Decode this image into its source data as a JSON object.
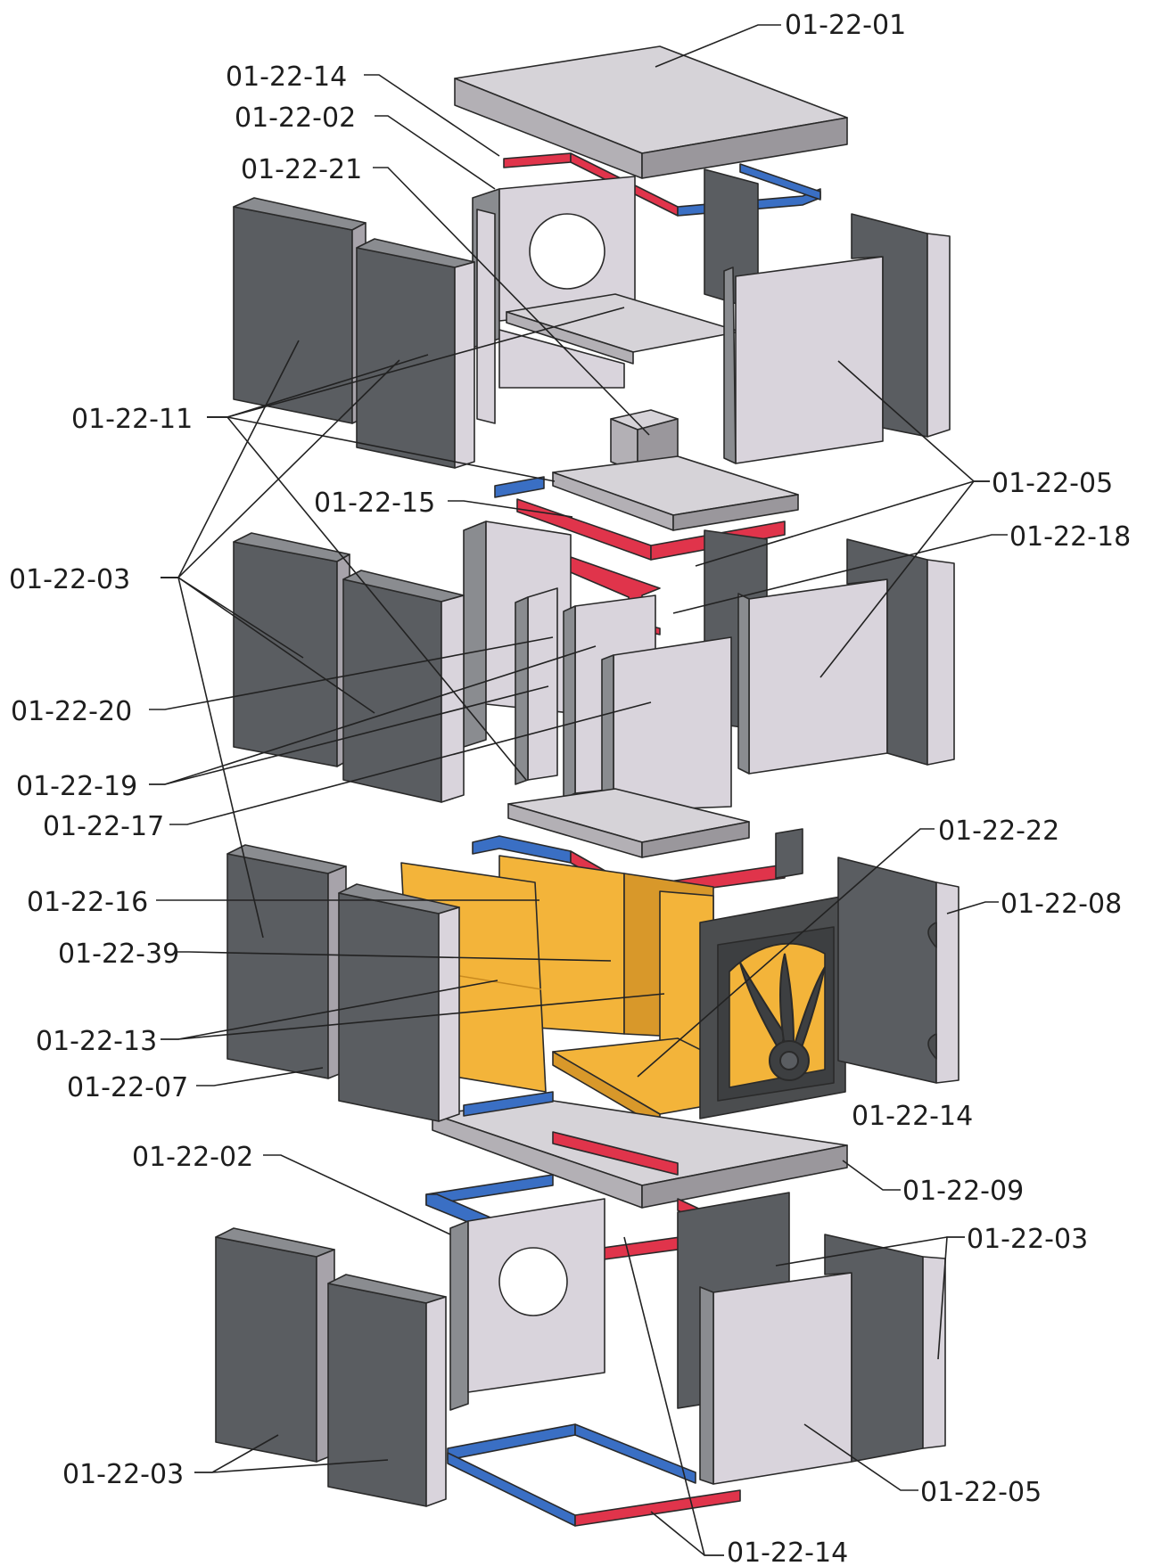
{
  "labels": {
    "l01": "01-22-01",
    "l14a": "01-22-14",
    "l02a": "01-22-02",
    "l21": "01-22-21",
    "l11": "01-22-11",
    "l05a": "01-22-05",
    "l15": "01-22-15",
    "l18": "01-22-18",
    "l03a": "01-22-03",
    "l20": "01-22-20",
    "l19": "01-22-19",
    "l17": "01-22-17",
    "l22": "01-22-22",
    "l16": "01-22-16",
    "l08": "01-22-08",
    "l39": "01-22-39",
    "l13": "01-22-13",
    "l07": "01-22-07",
    "l14b": "01-22-14",
    "l02b": "01-22-02",
    "l09": "01-22-09",
    "l03b": "01-22-03",
    "l03c": "01-22-03",
    "l05b": "01-22-05",
    "l14c": "01-22-14"
  },
  "colors": {
    "dark_panel": "#5a5d61",
    "dark_panel_edge": "#8a8c90",
    "light_panel": "#d9d4dc",
    "light_panel_side": "#a7a3aa",
    "slab_top": "#d6d3d8",
    "slab_side": "#9a979c",
    "firebrick": "#f3b43a",
    "firebrick_dark": "#d8982a",
    "rail_blue": "#3a6fc4",
    "rail_red": "#e0344b",
    "door_iron": "#4b4d4f",
    "leader_line": "#222222"
  }
}
